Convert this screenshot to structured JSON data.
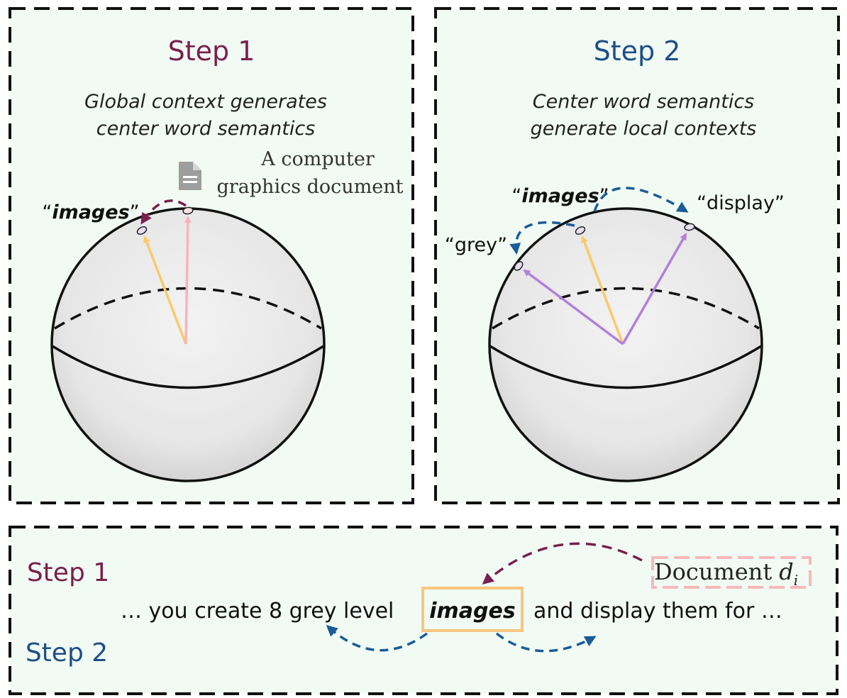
{
  "panel1": {
    "step_label": "Step 1",
    "subtitle_line1": "Global context generates",
    "subtitle_line2": "center word semantics",
    "doc_label_line1": "A computer",
    "doc_label_line2": "graphics document",
    "word_open_quote": "“",
    "word": "images",
    "word_close_quote": "”",
    "doc_icon": "document-icon"
  },
  "panel2": {
    "step_label": "Step 2",
    "subtitle_line1": "Center word semantics",
    "subtitle_line2": "generate local contexts",
    "word_open_quote": "“",
    "word": "images",
    "word_close_quote": "”",
    "left_word": "“grey”",
    "right_word": "“display”"
  },
  "panel3": {
    "step1_label": "Step 1",
    "step2_label": "Step 2",
    "sentence_prefix": "… you create 8 grey level",
    "center_word": "images",
    "sentence_suffix": "and display them for …",
    "doc_label": "Document",
    "doc_symbol": "d",
    "doc_subscript": "i"
  },
  "colors": {
    "step1": "#7a1f4e",
    "step2": "#1f4f86",
    "panel_fill": "#f1fbf3",
    "center_vec": "#fcc96a",
    "doc_vec": "#f8b4b9",
    "context_vec": "#b37fdc",
    "step2_arrow": "#1a5c99",
    "highlight_box": "#fbc67e",
    "doc_box": "#f7b8bb"
  }
}
